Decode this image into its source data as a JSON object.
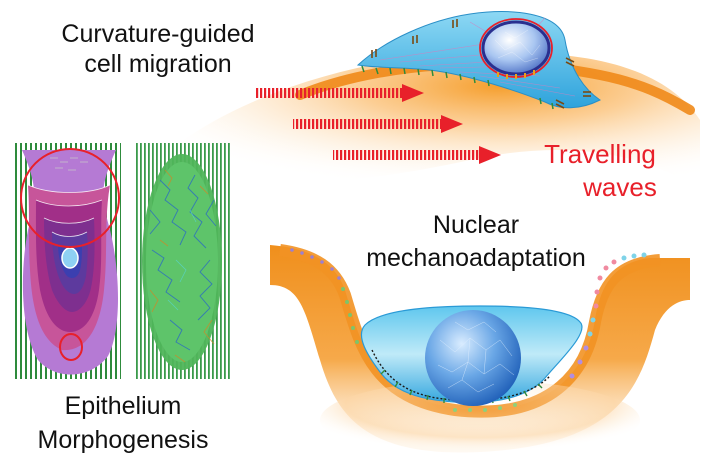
{
  "labels": {
    "migration_line1": "Curvature-guided",
    "migration_line2": "cell migration",
    "waves_line1": "Travelling",
    "waves_line2": "waves",
    "nuclear_line1": "Nuclear",
    "nuclear_line2": "mechanoadaptation",
    "epithelium_line1": "Epithelium",
    "epithelium_line2": "Morphogenesis"
  },
  "colors": {
    "substrate_orange": "#f59a23",
    "cell_body": "#4fb8e6",
    "nucleus": "#2f74c8",
    "arrow_red": "#e8202a",
    "stripe_green": "#2e8b3c",
    "contour_magenta": "#c0387a",
    "text_dark": "#111111"
  },
  "icons": {
    "arrows": "red-striped-right-arrow",
    "focal_adhesions": "green-tick-marks",
    "junctions": "brown-double-bars"
  }
}
